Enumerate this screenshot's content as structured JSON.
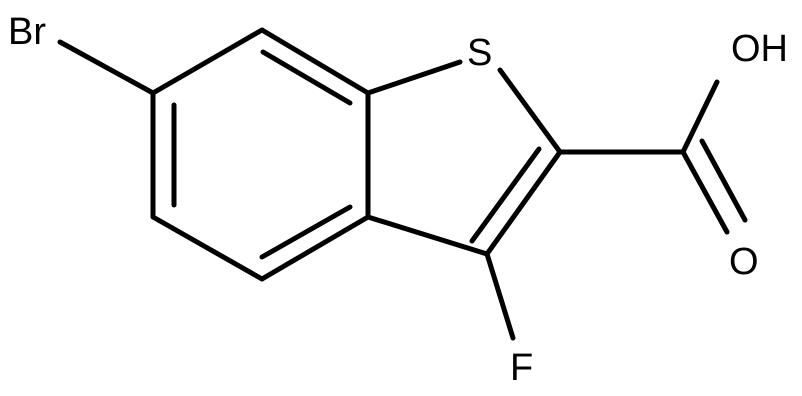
{
  "atoms": {
    "br": "Br",
    "s": "S",
    "oh": "OH",
    "o": "O",
    "f": "F"
  }
}
